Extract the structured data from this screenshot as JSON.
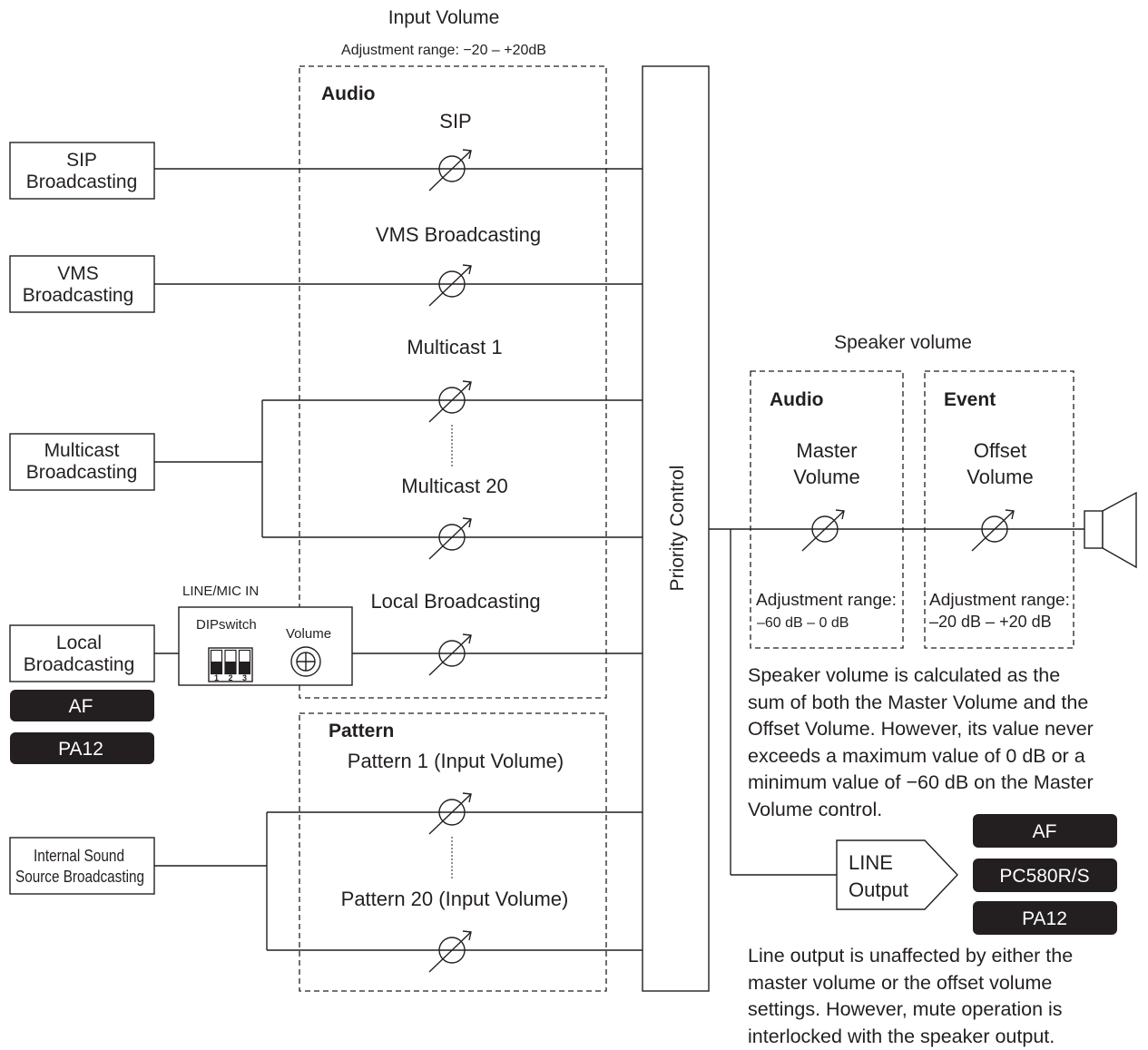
{
  "title": "Input Volume",
  "subtitle": "Adjustment range: −20 – +20dB",
  "sources": {
    "sip": [
      "SIP",
      "Broadcasting"
    ],
    "vms": [
      "VMS",
      "Broadcasting"
    ],
    "multicast": [
      "Multicast",
      "Broadcasting"
    ],
    "local": [
      "Local",
      "Broadcasting"
    ],
    "internal": [
      "Internal Sound",
      "Source Broadcasting"
    ]
  },
  "local_tags": [
    "AF",
    "PA12"
  ],
  "line_mic": {
    "title": "LINE/MIC IN",
    "dip_label": "DIPswitch",
    "dip_numbers": [
      "1",
      "2",
      "3"
    ],
    "volume_label": "Volume"
  },
  "audio_group": {
    "title": "Audio",
    "channels": [
      "SIP",
      "VMS Broadcasting",
      "Multicast 1",
      "Multicast 20",
      "Local Broadcasting"
    ]
  },
  "pattern_group": {
    "title": "Pattern",
    "channels": [
      "Pattern 1 (Input Volume)",
      "Pattern 20 (Input Volume)"
    ]
  },
  "priority_label": "Priority Control",
  "speaker_volume": {
    "title": "Speaker volume",
    "audio": {
      "title": "Audio",
      "label": [
        "Master",
        "Volume"
      ],
      "range": [
        "Adjustment range:",
        "–60 dB – 0 dB"
      ]
    },
    "event": {
      "title": "Event",
      "label": [
        "Offset",
        "Volume"
      ],
      "range": [
        "Adjustment range:",
        "–20 dB – +20 dB"
      ]
    }
  },
  "speaker_note": [
    "Speaker volume is calculated as the",
    "sum of both the Master Volume and the",
    "Offset Volume. However, its value never",
    "exceeds a maximum value of 0 dB or a",
    "minimum value of −60 dB on the Master",
    "Volume control."
  ],
  "line_output": {
    "label": [
      "LINE",
      "Output"
    ],
    "tags": [
      "AF",
      "PC580R/S",
      "PA12"
    ]
  },
  "line_note": [
    "Line output is unaffected by either the",
    "master volume or the offset volume",
    "settings. However, mute operation is",
    "interlocked with the speaker output."
  ],
  "colors": {
    "ink": "#231f20",
    "chip": "#231f20",
    "background": "#ffffff"
  }
}
